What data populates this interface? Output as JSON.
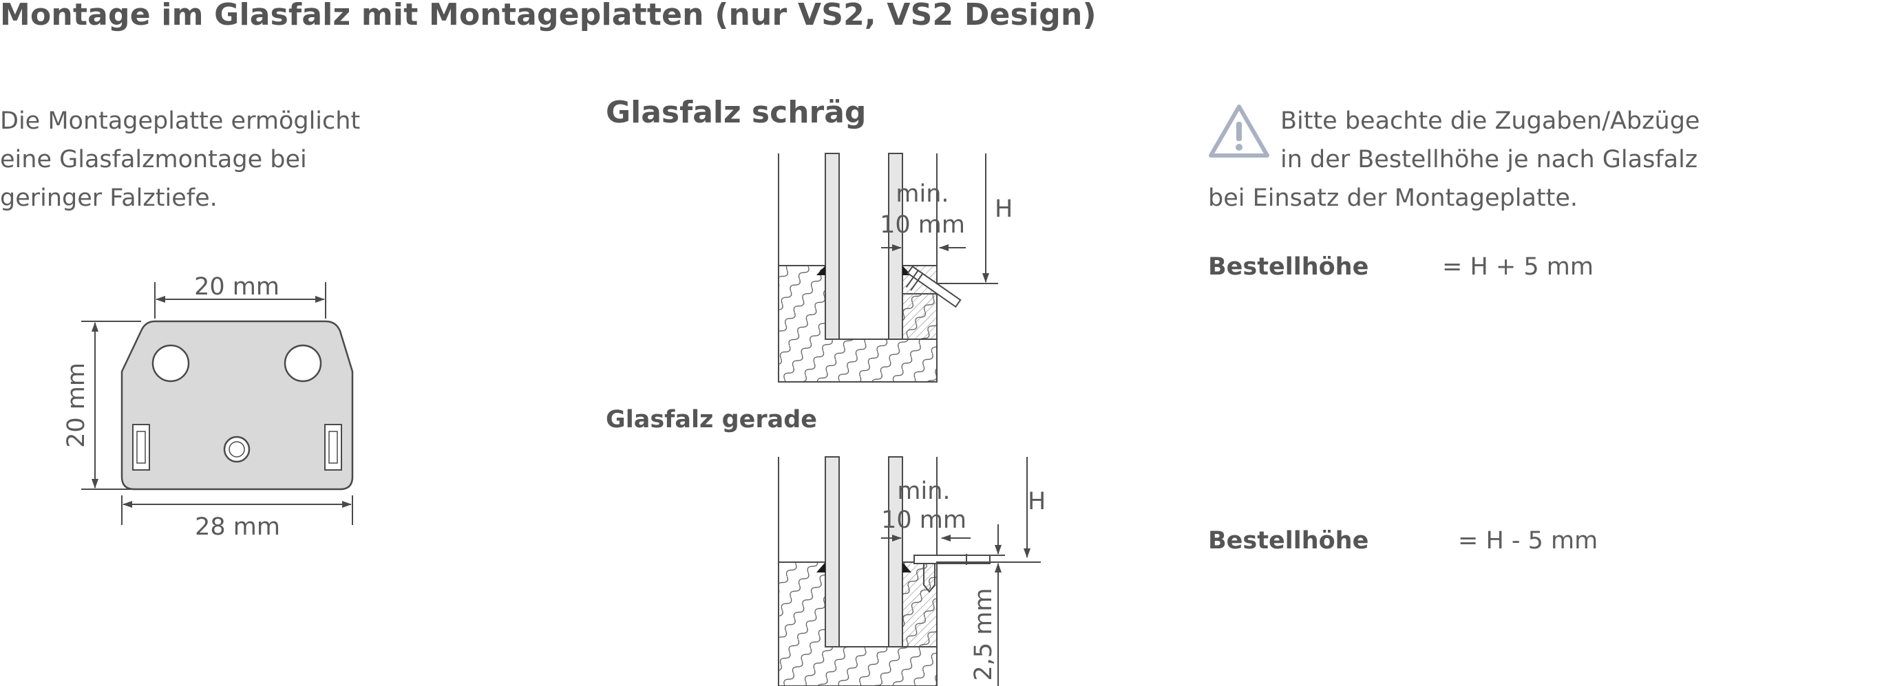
{
  "title": "Montage im Glasfalz mit Montageplatten (nur VS2, VS2 Design)",
  "intro": {
    "line1": "Die Montageplatte ermöglicht",
    "line2": "eine Glasfalzmontage bei",
    "line3": "geringer Falztiefe."
  },
  "plate": {
    "dim_top": "20 mm",
    "dim_left": "20 mm",
    "dim_bottom": "28 mm",
    "fill_color": "#d9d9d9",
    "stroke_color": "#4a4a4a"
  },
  "section_oblique": {
    "title": "Glasfalz schräg",
    "min_line1": "min.",
    "min_line2": "10 mm",
    "h_label": "H"
  },
  "section_straight": {
    "title": "Glasfalz gerade",
    "min_line1": "min.",
    "min_line2": "10 mm",
    "h_label": "H",
    "offset_label": "2,5 mm"
  },
  "note": {
    "icon": "warning-triangle-icon",
    "line1": "Bitte beachte die Zugaben/Abzüge",
    "line2": "in der Bestellhöhe je nach Glasfalz",
    "line3": "bei Einsatz der Montageplatte."
  },
  "order_height": [
    {
      "label": "Bestellhöhe",
      "value": "= H + 5 mm"
    },
    {
      "label": "Bestellhöhe",
      "value": "= H - 5 mm"
    }
  ],
  "colors": {
    "text": "#5a5a5a",
    "line": "#4a4a4a",
    "warning_icon": "#a9b1c2"
  }
}
